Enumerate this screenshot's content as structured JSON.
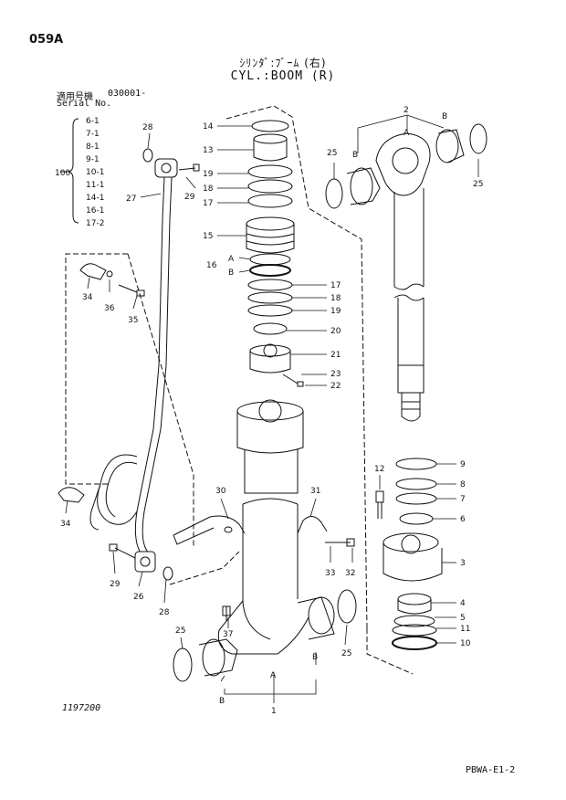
{
  "page_code": "059A",
  "title_jp": "ｼﾘﾝﾀﾞ:ﾌﾞｰﾑ (右)",
  "title_en": "CYL.:BOOM (R)",
  "serial": {
    "label_jp": "適用号機",
    "label_en": "Serial No.",
    "value": "030001-"
  },
  "group": {
    "number": "100",
    "items": [
      "6-1",
      "7-1",
      "8-1",
      "9-1",
      "10-1",
      "11-1",
      "14-1",
      "16-1",
      "17-2"
    ]
  },
  "callouts": {
    "c1": "1",
    "c2": "2",
    "c3": "3",
    "c4": "4",
    "c5": "5",
    "c6": "6",
    "c7": "7",
    "c8": "8",
    "c9": "9",
    "c10": "10",
    "c11": "11",
    "c12": "12",
    "c13": "13",
    "c14": "14",
    "c15": "15",
    "c16": "16",
    "c17a": "17",
    "c17b": "17",
    "c18a": "18",
    "c18b": "18",
    "c19a": "19",
    "c19b": "19",
    "c20": "20",
    "c21": "21",
    "c22": "22",
    "c23": "23",
    "c25a": "25",
    "c25b": "25",
    "c25c": "25",
    "c25d": "25",
    "c26": "26",
    "c27": "27",
    "c28a": "28",
    "c28b": "28",
    "c29a": "29",
    "c29b": "29",
    "c30": "30",
    "c31": "31",
    "c32": "32",
    "c33": "33",
    "c34a": "34",
    "c34b": "34",
    "c35": "35",
    "c36": "36",
    "c37": "37"
  },
  "sub_labels": {
    "A": "A",
    "B": "B"
  },
  "drawing_no": "1197200",
  "doc_code": "PBWA-E1-2"
}
